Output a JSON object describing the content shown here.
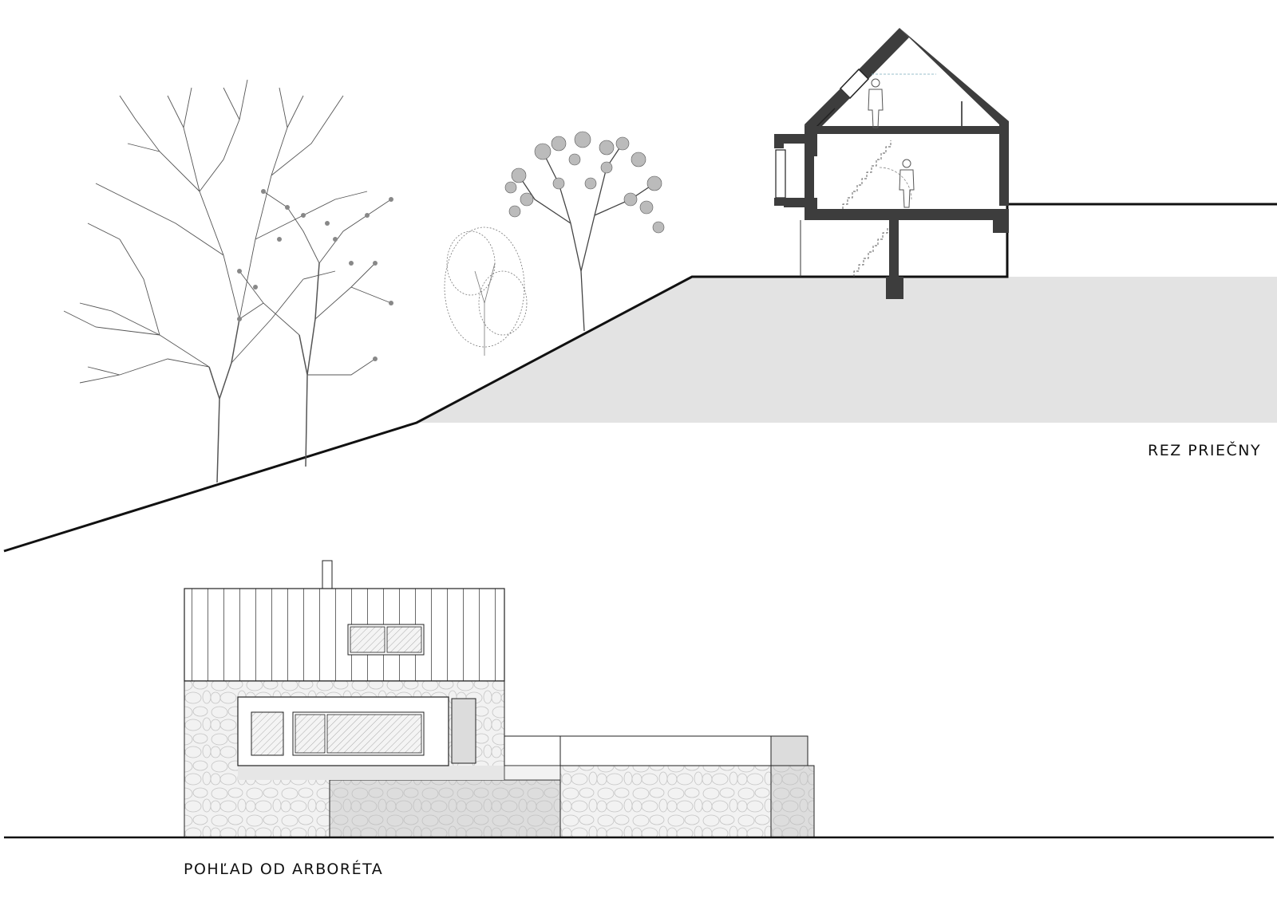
{
  "captions": {
    "section": "REZ PRIEČNY",
    "elevation": "POHĽAD OD ARBORÉTA"
  },
  "colors": {
    "ink": "#111111",
    "ground_fill": "#e3e3e3",
    "wall_fill": "#3d3d3d",
    "stone_fill": "#eeeeee",
    "shade_fill": "#dcdcdc",
    "tree_line": "#555555"
  },
  "drawing_elements": {
    "section": [
      "terrain",
      "ground-fill",
      "house-section",
      "roof",
      "figures",
      "stairs",
      "trees"
    ],
    "elevation": [
      "ground-line",
      "timber-cladding",
      "stone-wall",
      "windows",
      "chimney",
      "annex"
    ]
  }
}
